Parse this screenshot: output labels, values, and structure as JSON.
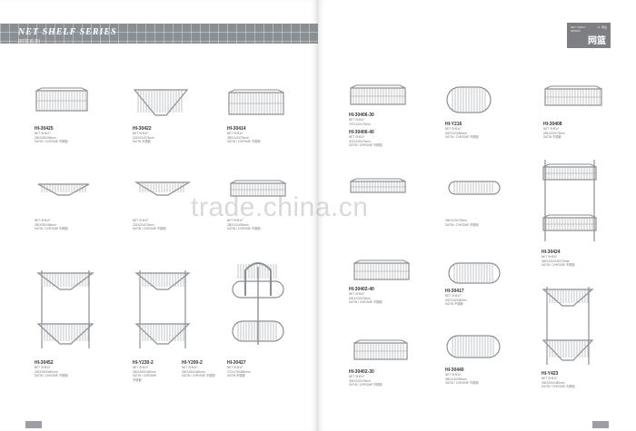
{
  "header": {
    "title": "NET SHELF SERIES",
    "subtitle": "网篮系列",
    "tab": {
      "english": "NET SHELF SERIES",
      "number": "11. 网篮",
      "chinese": "网篮"
    }
  },
  "watermark": "trade.china.cn",
  "products": [
    {
      "code": "HI-30425",
      "lines": [
        "NET SHELF",
        "250X250X56mm",
        "SATIN / CHROME 不锈钢"
      ]
    },
    {
      "code": "HI-30422",
      "lines": [
        "NET SHELF",
        "224X224X76mm",
        "SATIN 不锈钢"
      ]
    },
    {
      "code": "HI-30414",
      "lines": [
        "NET SHELF",
        "280X120X75mm",
        "SATIN / CHROME 不锈钢"
      ]
    },
    {
      "code": "HI-30406-30",
      "lines": [
        "NET SHELF",
        "270X120X75mm"
      ]
    },
    {
      "code": "HI-30406-40",
      "lines": [
        "NET SHELF",
        "370X120X75mm",
        "SATIN / CHROME 不锈钢"
      ]
    },
    {
      "code": "HI-Y216",
      "lines": [
        "NET SHELF",
        "300X120X80mm",
        "SATIN / CHROME 不锈钢"
      ]
    },
    {
      "code": "HI-30408",
      "lines": [
        "NET SHELF",
        "350X120X75mm",
        "SATIN 不锈钢"
      ]
    },
    {
      "code": "",
      "lines": [
        "NET SHELF",
        "250X250X56mm",
        "SATIN / CHROME 不锈钢"
      ]
    },
    {
      "code": "",
      "lines": [
        "NET SHELF",
        "224X224X76mm",
        "SATIN / CHROME 不锈钢"
      ]
    },
    {
      "code": "",
      "lines": [
        "NET SHELF",
        "280X120X80mm",
        "SATIN / CHROME 不锈钢"
      ]
    },
    {
      "code": "",
      "lines": []
    },
    {
      "code": "",
      "lines": [
        "280X120X75mm",
        "SATIN / CHROME 不锈钢"
      ]
    },
    {
      "code": "HI-30424",
      "lines": [
        "NET SHELF",
        "350X120X150X75mm",
        "SATIN / CHROME 不锈钢"
      ]
    },
    {
      "code": "HI-30452",
      "lines": [
        "NET SHELF",
        "250X250X640mm",
        "SATIN / CHROME 不锈钢"
      ]
    },
    {
      "code": "HI-Y230-2",
      "lines": [
        "NET SHELF",
        "250X250X430mm",
        "SATIN / CHROME",
        "不锈钢"
      ]
    },
    {
      "code": "HI-Y200-2",
      "lines": [
        "NET SHELF",
        "250X250X460mm",
        "SATIN / CHROME 不锈钢"
      ]
    },
    {
      "code": "HI-30427",
      "lines": [
        "NET SHELF",
        "270X175X680mm",
        "SATIN 不锈钢"
      ]
    },
    {
      "code": "HI-30402-40",
      "lines": [
        "NET SHELF",
        "400X120X75mm",
        "SATIN / CHROME 不锈钢"
      ]
    },
    {
      "code": "HI-30417",
      "lines": [
        "NET SHELF",
        "300X140X80mm",
        "SATIN 不锈钢"
      ]
    },
    {
      "code": "HI-30402-30",
      "lines": [
        "NET SHELF",
        "300X120X75mm",
        "SATIN / CHROME 不锈钢"
      ]
    },
    {
      "code": "HI-30440",
      "lines": [
        "NET SHELF",
        "380X140X80mm",
        "SATIN / CHROME 不锈钢"
      ]
    },
    {
      "code": "HI-Y423",
      "lines": [
        "NET SHELF",
        "250X250X480mm",
        "SATIN / CHROME 不锈钢"
      ]
    }
  ],
  "page_numbers": [
    "",
    ""
  ]
}
